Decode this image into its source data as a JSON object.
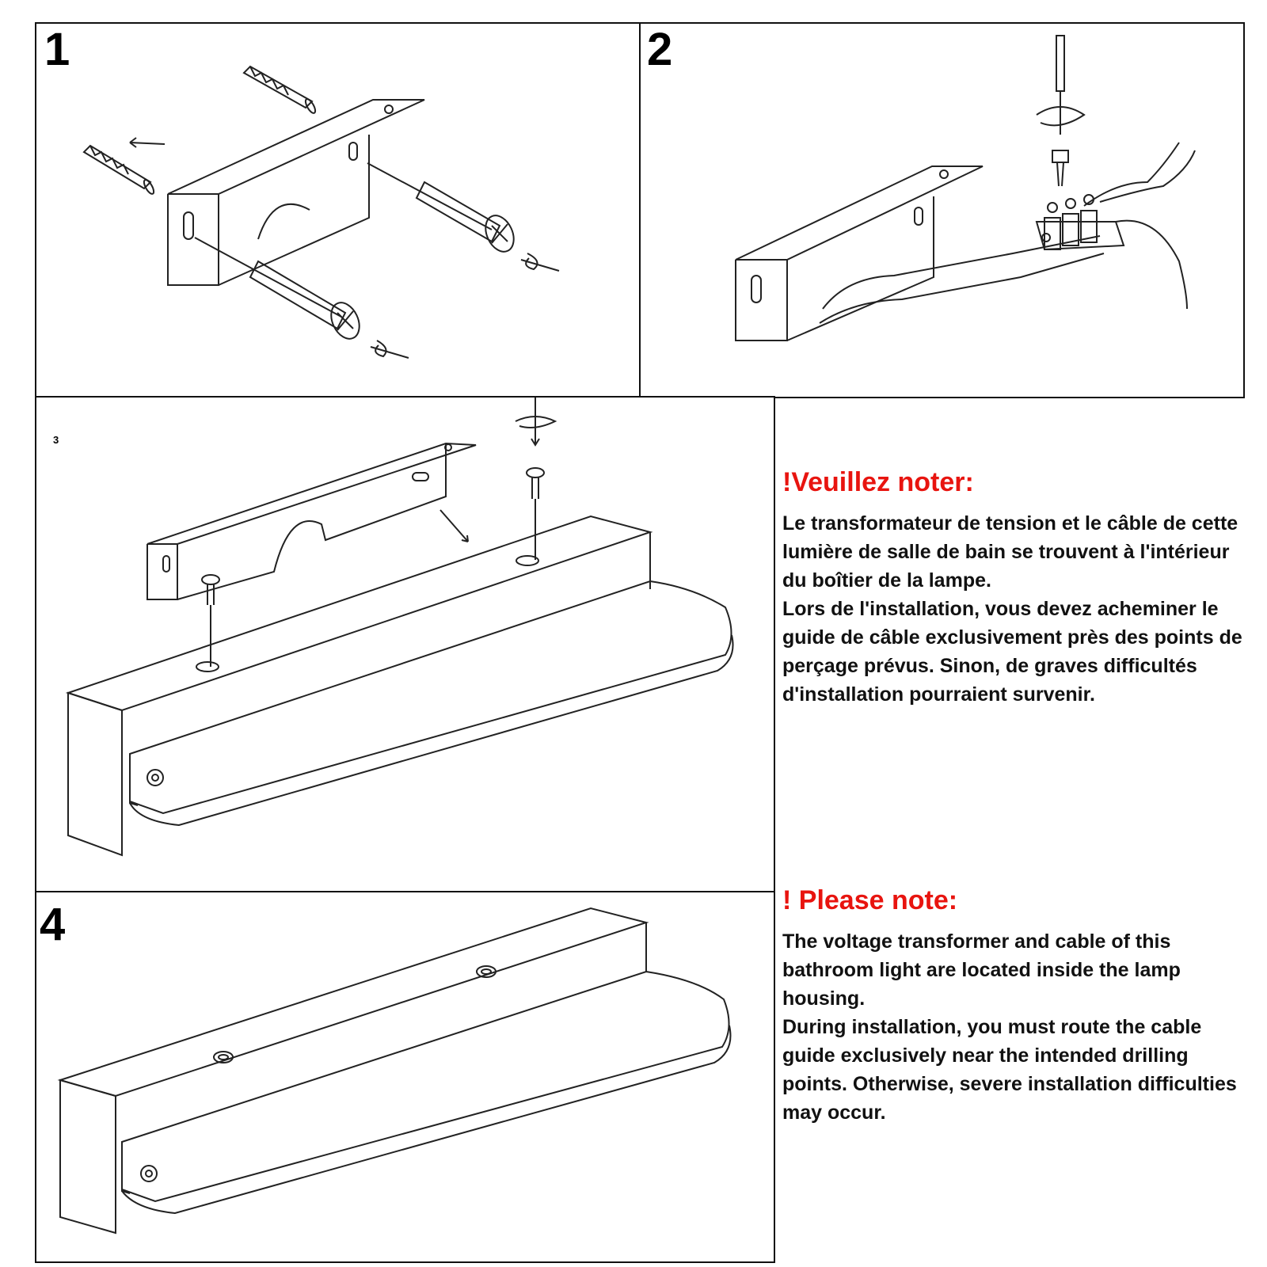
{
  "steps": [
    {
      "number": "1"
    },
    {
      "number": "2"
    },
    {
      "number": "3"
    },
    {
      "number": "4"
    }
  ],
  "notes": {
    "french": {
      "title": "!Veuillez noter:",
      "paragraph_1": "Le transformateur de tension et le câble de cette lumière de salle de bain se trouvent à l'intérieur du boîtier de la lampe.",
      "paragraph_2": "Lors de l'installation, vous devez acheminer le guide de câble exclusivement près des points de perçage prévus. Sinon, de graves difficultés d'installation pourraient survenir."
    },
    "english": {
      "title": "! Please note:",
      "paragraph_1": "The voltage transformer and cable of this bathroom light are located inside the lamp housing.",
      "paragraph_2": "During installation, you must route the cable guide exclusively near the intended drilling points. Otherwise, severe installation difficulties may occur."
    }
  },
  "colors": {
    "warning_title": "#e8140f",
    "line_art": "#222222",
    "border": "#111111"
  }
}
